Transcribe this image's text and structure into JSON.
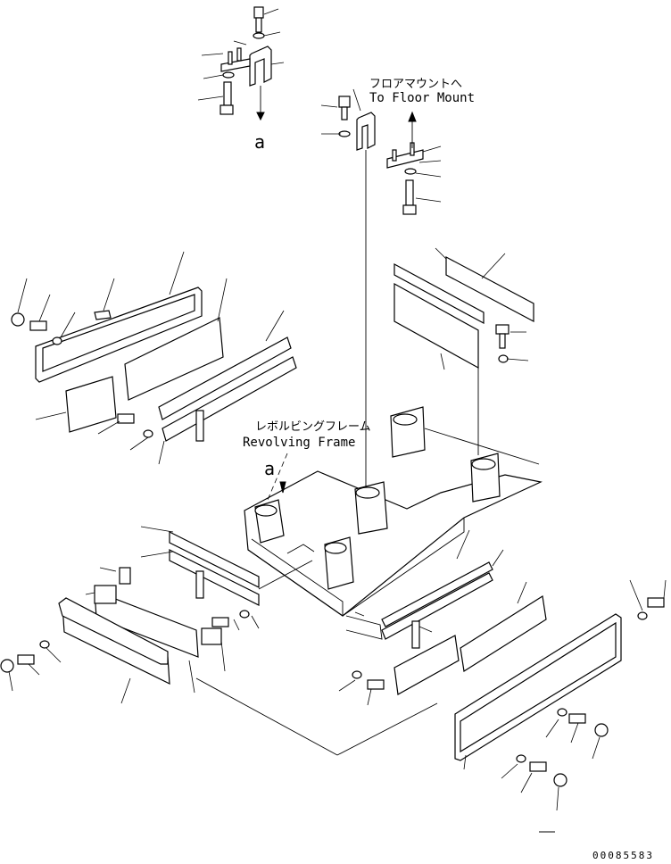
{
  "labels": {
    "floor_mount_jp": "フロアマウントへ",
    "floor_mount_en": "To Floor Mount",
    "revolving_frame_jp": "レボルビングフレーム",
    "revolving_frame_en": "Revolving Frame",
    "ref_a_top": "a",
    "ref_a_frame": "a",
    "drawing_number": "00085583"
  }
}
